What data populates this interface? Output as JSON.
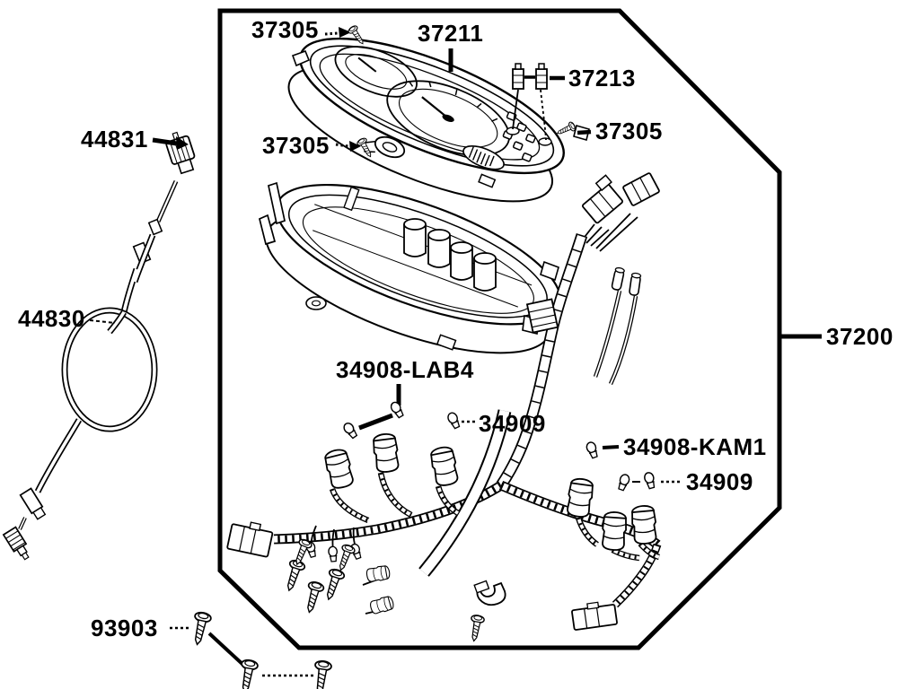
{
  "canvas": {
    "background": "#ffffff",
    "ink": "#000000"
  },
  "diagram_type": "exploded-parts-diagram",
  "labels": [
    {
      "id": "37305-top-left",
      "text": "37305"
    },
    {
      "id": "37211",
      "text": "37211"
    },
    {
      "id": "37213",
      "text": "37213"
    },
    {
      "id": "37305-right",
      "text": "37305"
    },
    {
      "id": "37305-mid-left",
      "text": "37305"
    },
    {
      "id": "44831",
      "text": "44831"
    },
    {
      "id": "44830",
      "text": "44830"
    },
    {
      "id": "37200",
      "text": "37200"
    },
    {
      "id": "34908-lab4",
      "text": "34908-LAB4"
    },
    {
      "id": "34909-left",
      "text": "34909"
    },
    {
      "id": "34908-kam1",
      "text": "34908-KAM1"
    },
    {
      "id": "34909-right",
      "text": "34909"
    },
    {
      "id": "93903",
      "text": "93903"
    }
  ]
}
